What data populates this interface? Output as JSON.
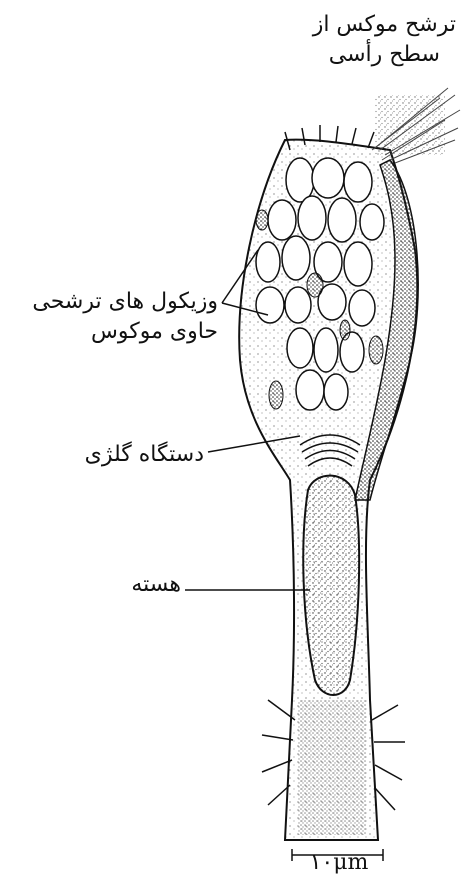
{
  "labels": {
    "mucus_secretion_line1": "ترشح موکس از",
    "mucus_secretion_line2": "سطح رأسی",
    "vesicles_line1": "وزیکول های ترشحی",
    "vesicles_line2": "حاوی موکوس",
    "golgi": "دستگاه گلژی",
    "nucleus": "هسته",
    "scale": "۱۰μm"
  }
}
